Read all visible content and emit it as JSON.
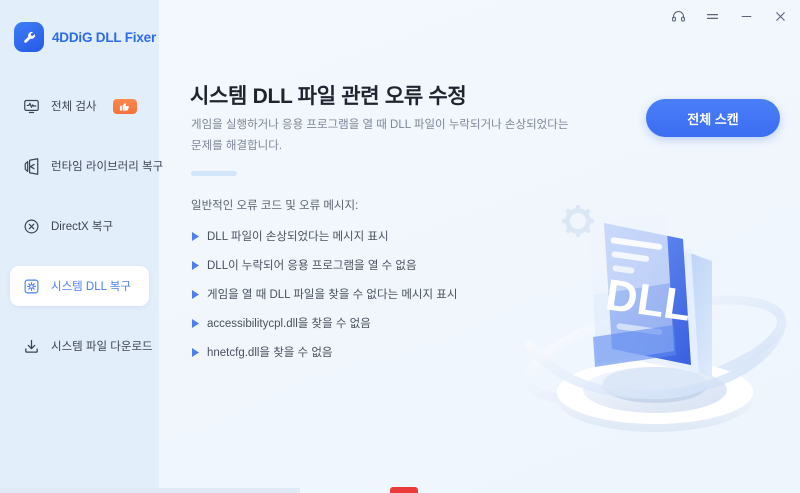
{
  "app": {
    "brand_name": "4DDiG DLL Fixer",
    "logo_icon": "wrench-icon",
    "accent_color": "#2b6ae8",
    "sidebar_bg": "#e3eefb",
    "content_bg": "#f4f8fd"
  },
  "titlebar": {
    "controls": [
      {
        "name": "support-headset-icon",
        "label": "Support"
      },
      {
        "name": "menu-icon",
        "label": "Menu"
      },
      {
        "name": "minimize-icon",
        "label": "Minimize"
      },
      {
        "name": "close-icon",
        "label": "Close"
      }
    ]
  },
  "sidebar": {
    "items": [
      {
        "label": "전체 검사",
        "icon": "monitor-pulse-icon",
        "active": false,
        "badge_icon": "thumbs-up-icon",
        "badge_color": "#f4713a"
      },
      {
        "label": "런타임 라이브러리 복구",
        "icon": "runtime-library-icon",
        "active": false
      },
      {
        "label": "DirectX 복구",
        "icon": "directx-circle-x-icon",
        "active": false
      },
      {
        "label": "시스템 DLL 복구",
        "icon": "system-dll-gear-icon",
        "active": true
      },
      {
        "label": "시스템 파일 다운로드",
        "icon": "download-icon",
        "active": false
      }
    ]
  },
  "main": {
    "title": "시스템 DLL 파일 관련 오류 수정",
    "description": "게임을 실행하거나 응용 프로그램을 열 때 DLL 파일이 누락되거나 손상되었다는 문제를 해결합니다.",
    "scan_button": "전체 스캔",
    "errors_heading": "일반적인 오류 코드 및 오류 메시지:",
    "errors": [
      "DLL 파일이 손상되었다는 메시지 표시",
      "DLL이 누락되어 응용 프로그램을 열 수 없음",
      "게임을 열 때 DLL 파일을 찾을 수 없다는 메시지 표시",
      "accessibilitycpl.dll을 찾을 수 없음",
      "hnetcfg.dll을 찾을 수 없음"
    ],
    "illustration": "dll-document-pedestal-illustration"
  }
}
